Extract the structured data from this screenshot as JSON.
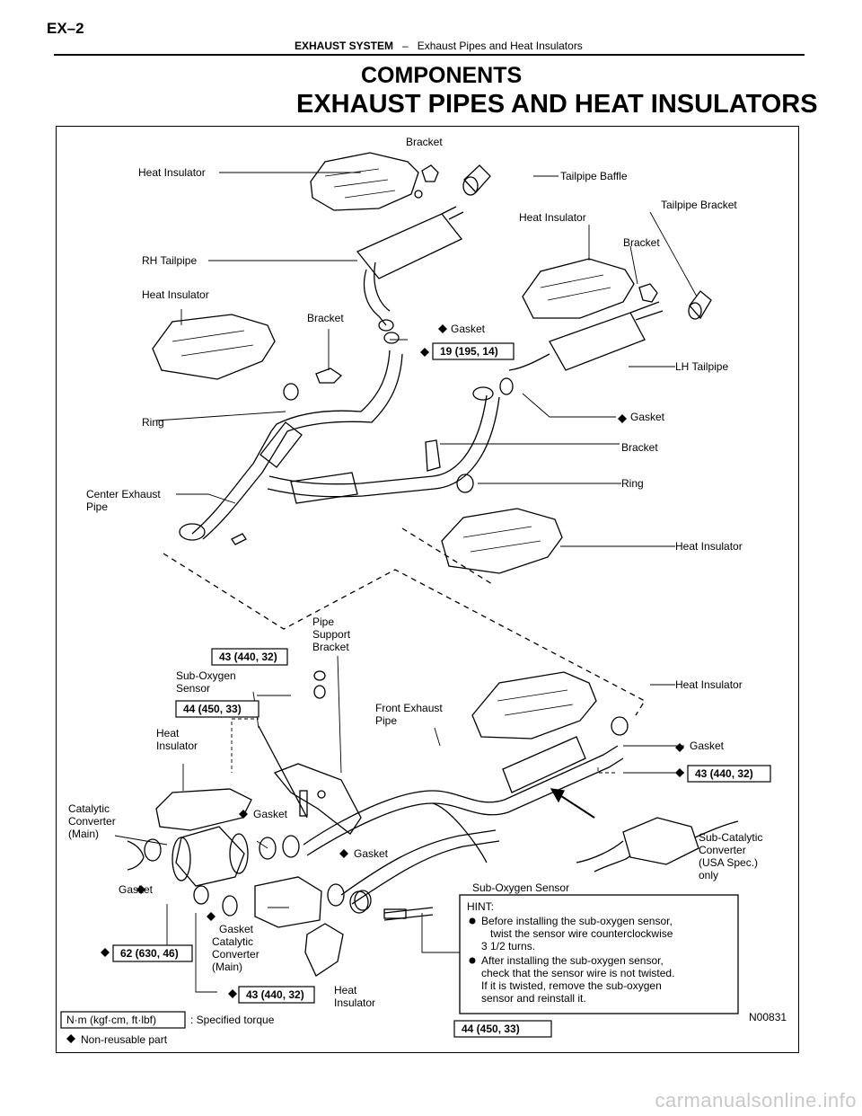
{
  "header": {
    "page_number": "EX–2",
    "section": "EXHAUST SYSTEM",
    "separator": "–",
    "subsection": "Exhaust Pipes and Heat Insulators"
  },
  "titles": {
    "heading": "COMPONENTS",
    "subheading": "EXHAUST PIPES AND HEAT INSULATORS"
  },
  "labels": {
    "heat_insulator_1": "Heat Insulator",
    "bracket_1": "Bracket",
    "tailpipe_baffle": "Tailpipe Baffle",
    "tailpipe_bracket": "Tailpipe Bracket",
    "heat_insulator_2": "Heat Insulator",
    "bracket_2": "Bracket",
    "rh_tailpipe": "RH Tailpipe",
    "heat_insulator_3": "Heat Insulator",
    "bracket_3": "Bracket",
    "gasket_1": "Gasket",
    "lh_tailpipe": "LH Tailpipe",
    "ring_1": "Ring",
    "gasket_2": "Gasket",
    "bracket_4": "Bracket",
    "ring_2": "Ring",
    "center_exhaust_pipe_1": "Center Exhaust",
    "center_exhaust_pipe_2": "Pipe",
    "heat_insulator_4": "Heat Insulator",
    "pipe_support_1": "Pipe",
    "pipe_support_2": "Support",
    "pipe_support_3": "Bracket",
    "sub_oxygen_sensor_1": "Sub-Oxygen",
    "sub_oxygen_sensor_2": "Sensor",
    "heat_insulator_5": "Heat Insulator",
    "front_exhaust_pipe_1": "Front Exhaust",
    "front_exhaust_pipe_2": "Pipe",
    "gasket_3": "Gasket",
    "heat_insulator_6a": "Heat",
    "heat_insulator_6b": "Insulator",
    "catalytic_main_a1": "Catalytic",
    "catalytic_main_a2": "Converter",
    "catalytic_main_a3": "(Main)",
    "gasket_4": "Gasket",
    "gasket_5": "Gasket",
    "sub_catalytic_1": "Sub-Catalytic",
    "sub_catalytic_2": "Converter",
    "sub_catalytic_3": "(USA Spec.)",
    "sub_catalytic_4": "only",
    "gasket_6": "Gasket",
    "sub_oxygen_sensor_3": "Sub-Oxygen Sensor",
    "gasket_7": "Gasket",
    "catalytic_main_b1": "Catalytic",
    "catalytic_main_b2": "Converter",
    "catalytic_main_b3": "(Main)",
    "heat_insulator_7a": "Heat",
    "heat_insulator_7b": "Insulator"
  },
  "torques": {
    "t1": "19 (195, 14)",
    "t2": "43 (440, 32)",
    "t3": "44 (450, 33)",
    "t4": "43 (440, 32)",
    "t5": "62 (630, 46)",
    "t6": "43 (440, 32)",
    "t7": "44 (450, 33)"
  },
  "hint": {
    "title": "HINT:",
    "b1_l1": "Before installing the sub-oxygen sensor,",
    "b1_l2": "twist the sensor wire counterclockwise",
    "b1_l3": "3 1/2 turns.",
    "b2_l1": "After installing the sub-oxygen sensor,",
    "b2_l2": "check that the sensor wire is not twisted.",
    "b2_l3": "If it is twisted, remove the sub-oxygen",
    "b2_l4": "sensor and reinstall it."
  },
  "legend": {
    "unit_box": "N·m (kgf·cm, ft·lbf)",
    "specified": ": Specified torque",
    "nonreusable": "Non-reusable part"
  },
  "figure_code": "N00831",
  "watermark": "carmanualsonline.info"
}
